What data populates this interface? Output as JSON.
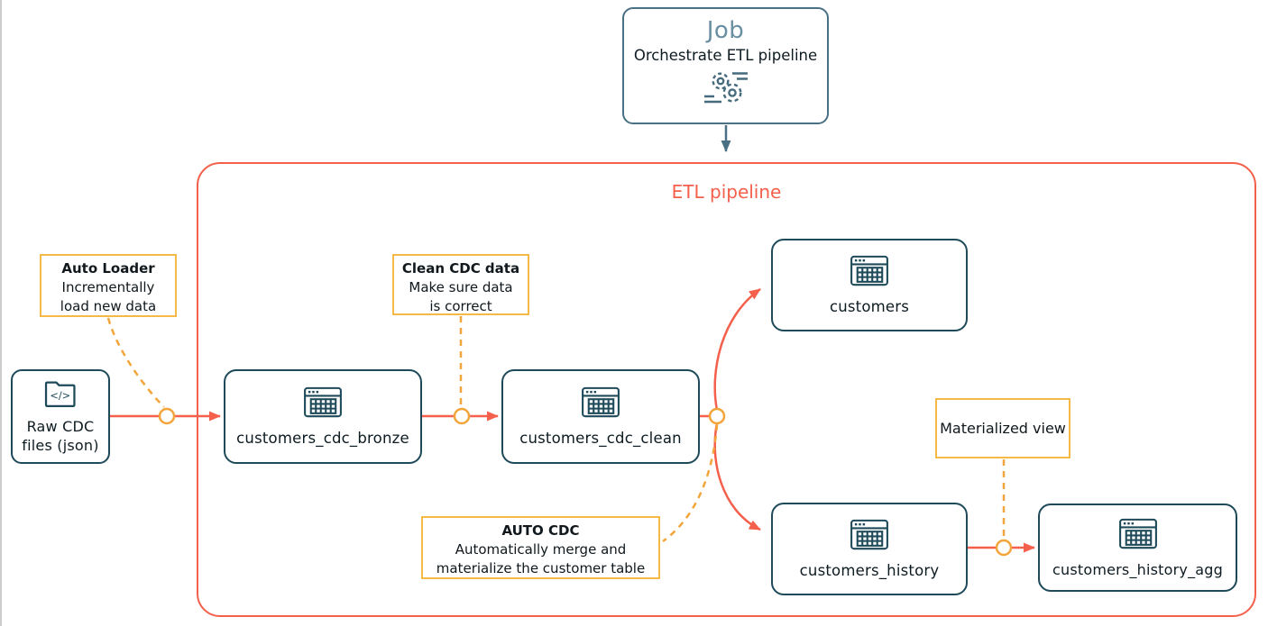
{
  "job": {
    "title": "Job",
    "subtitle": "Orchestrate ETL pipeline",
    "icon": "gears-icon"
  },
  "pipeline": {
    "title": "ETL pipeline"
  },
  "source_node": {
    "label_line1": "Raw CDC",
    "label_line2": "files (json)",
    "icon": "code-folder-icon"
  },
  "nodes": [
    {
      "id": "customers_cdc_bronze",
      "label": "customers_cdc_bronze",
      "icon": "table-icon"
    },
    {
      "id": "customers_cdc_clean",
      "label": "customers_cdc_clean",
      "icon": "table-icon"
    },
    {
      "id": "customers",
      "label": "customers",
      "icon": "table-icon"
    },
    {
      "id": "customers_history",
      "label": "customers_history",
      "icon": "table-icon"
    },
    {
      "id": "customers_history_agg",
      "label": "customers_history_agg",
      "icon": "table-icon"
    }
  ],
  "annotations": {
    "auto_loader": {
      "title": "Auto Loader",
      "line1": "Incrementally",
      "line2": "load new data"
    },
    "clean_cdc": {
      "title": "Clean CDC data",
      "line1": "Make sure data",
      "line2": "is correct"
    },
    "auto_cdc": {
      "title": "AUTO CDC",
      "line1": "Automatically merge and",
      "line2": "materialize the customer table"
    },
    "materialized_view": {
      "title": "Materialized view"
    }
  },
  "colors": {
    "pipeline_accent": "#F4604C",
    "node_border": "#1E4A5A",
    "annotation_border": "#F5B945",
    "dashed_connector": "#F2A53A",
    "job_border": "#4A7083",
    "job_title_text": "#6A8FA2",
    "body_text": "#0D1B22",
    "background": "#FFFFFF"
  }
}
